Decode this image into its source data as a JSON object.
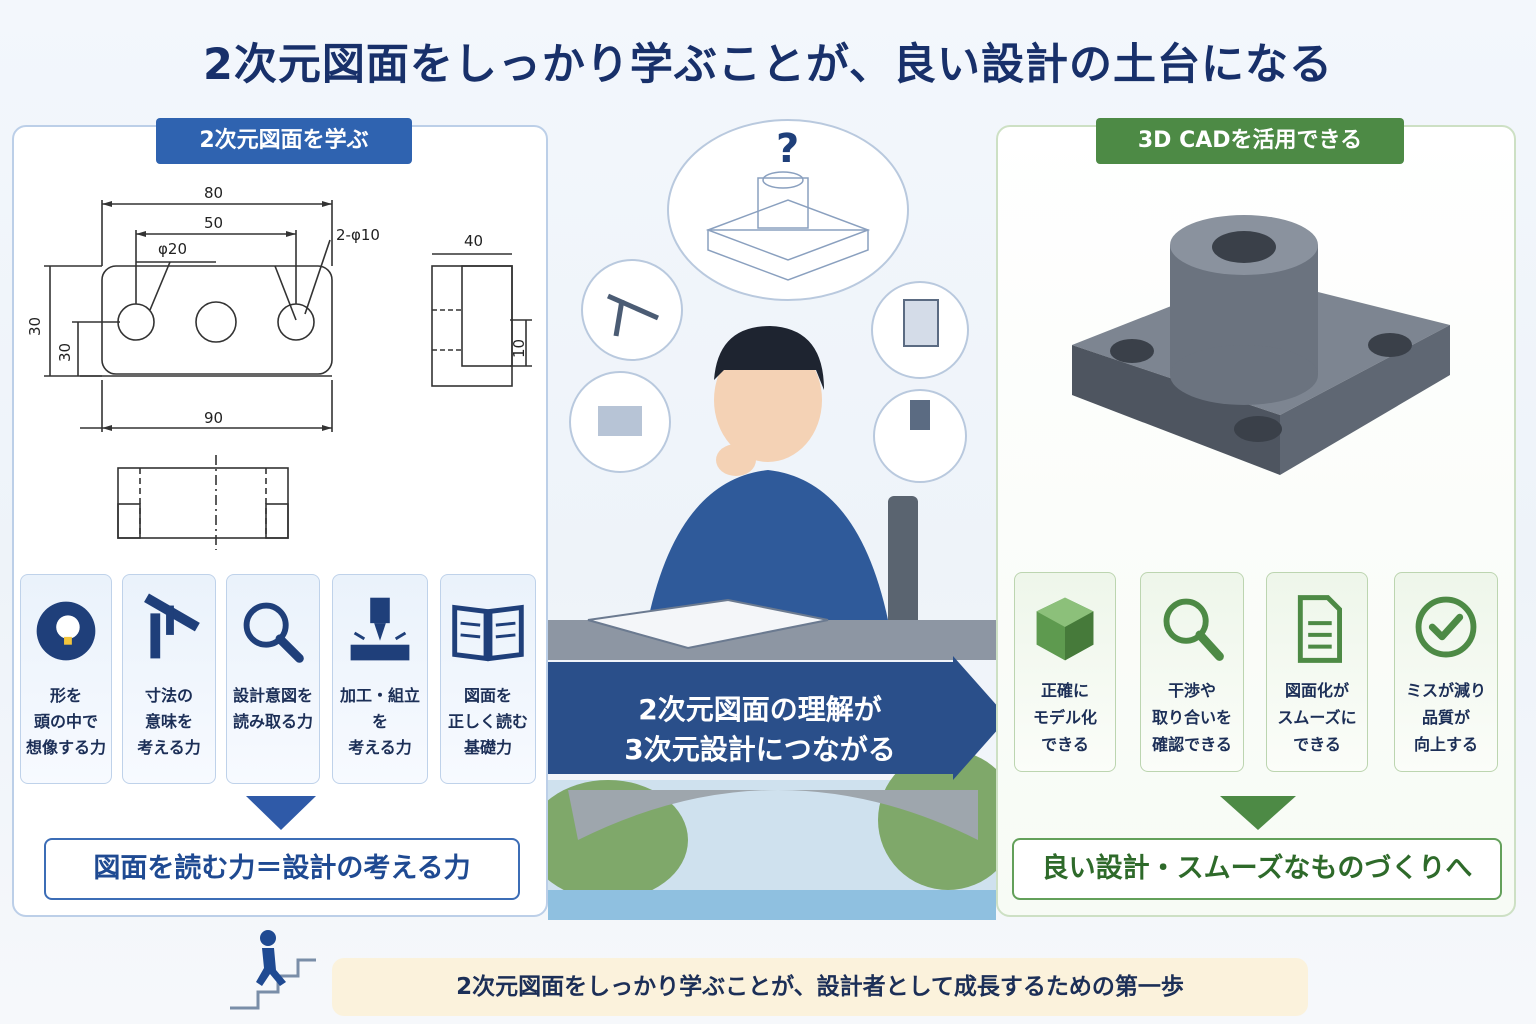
{
  "title": "2次元図面をしっかり学ぶことが、良い設計の土台になる",
  "left": {
    "header": "2次元図面を学ぶ",
    "drawing": {
      "dim_80": "80",
      "dim_50": "50",
      "dim_phi20": "φ20",
      "dim_2phi10": "2-φ10",
      "dim_40": "40",
      "dim_30a": "30",
      "dim_30b": "30",
      "dim_10": "10",
      "dim_90": "90"
    },
    "skills": [
      {
        "icon": "head-bulb-icon",
        "label": "形を\n頭の中で\n想像する力"
      },
      {
        "icon": "caliper-icon",
        "label": "寸法の\n意味を\n考える力"
      },
      {
        "icon": "magnifier-icon",
        "label": "設計意図を\n読み取る力"
      },
      {
        "icon": "machining-icon",
        "label": "加工・組立を\n考える力"
      },
      {
        "icon": "open-book-icon",
        "label": "図面を\n正しく読む\n基礎力"
      }
    ],
    "summary": "図面を読む力＝設計の考える力"
  },
  "center": {
    "thought_mark": "?",
    "arrow_text_1": "2次元図面の理解が",
    "arrow_text_2": "3次元設計につながる"
  },
  "right": {
    "header": "3D CADを活用できる",
    "results": [
      {
        "icon": "cube-icon",
        "label": "正確に\nモデル化\nできる"
      },
      {
        "icon": "magnifier-icon",
        "label": "干渉や\n取り合いを\n確認できる"
      },
      {
        "icon": "document-icon",
        "label": "図面化が\nスムーズに\nできる"
      },
      {
        "icon": "check-circle-icon",
        "label": "ミスが減り\n品質が\n向上する"
      }
    ],
    "summary": "良い設計・スムーズなものづくりへ"
  },
  "footer": "2次元図面をしっかり学ぶことが、設計者として成長するための第一歩",
  "colors": {
    "navy": "#18306a",
    "blue": "#2f63b0",
    "green": "#4d8a45",
    "arrow": "#2a4f8a"
  }
}
